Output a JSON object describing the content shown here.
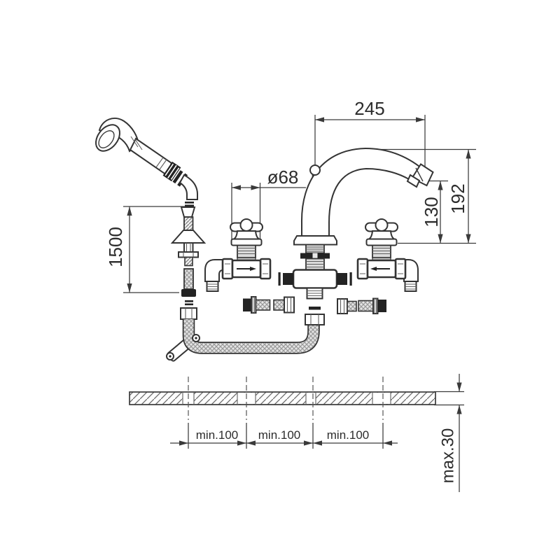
{
  "drawing": {
    "subject": "deck-mounted-bath-mixer-with-hand-shower-installation-diagram",
    "colors": {
      "background": "#ffffff",
      "line": "#3a3a3a",
      "dark_fill": "#232323",
      "metal_light": "#dcdcdc",
      "braid_base": "#e6e6e6",
      "braid_weave": "#9b9b9b"
    },
    "dimensions": {
      "spout_reach": "245",
      "handle_diameter": "ø68",
      "spout_outlet_height": "130",
      "spout_top_height": "192",
      "shower_hose_length": "1500",
      "hole_spacing_1": "min.100",
      "hole_spacing_2": "min.100",
      "hole_spacing_3": "min.100",
      "deck_thickness": "max.30"
    },
    "components": [
      "hand-shower",
      "shower-holder",
      "shower-hose",
      "left-valve",
      "diverter-knob",
      "spout",
      "right-valve",
      "flexible-connectors",
      "deck-cross-section"
    ]
  }
}
